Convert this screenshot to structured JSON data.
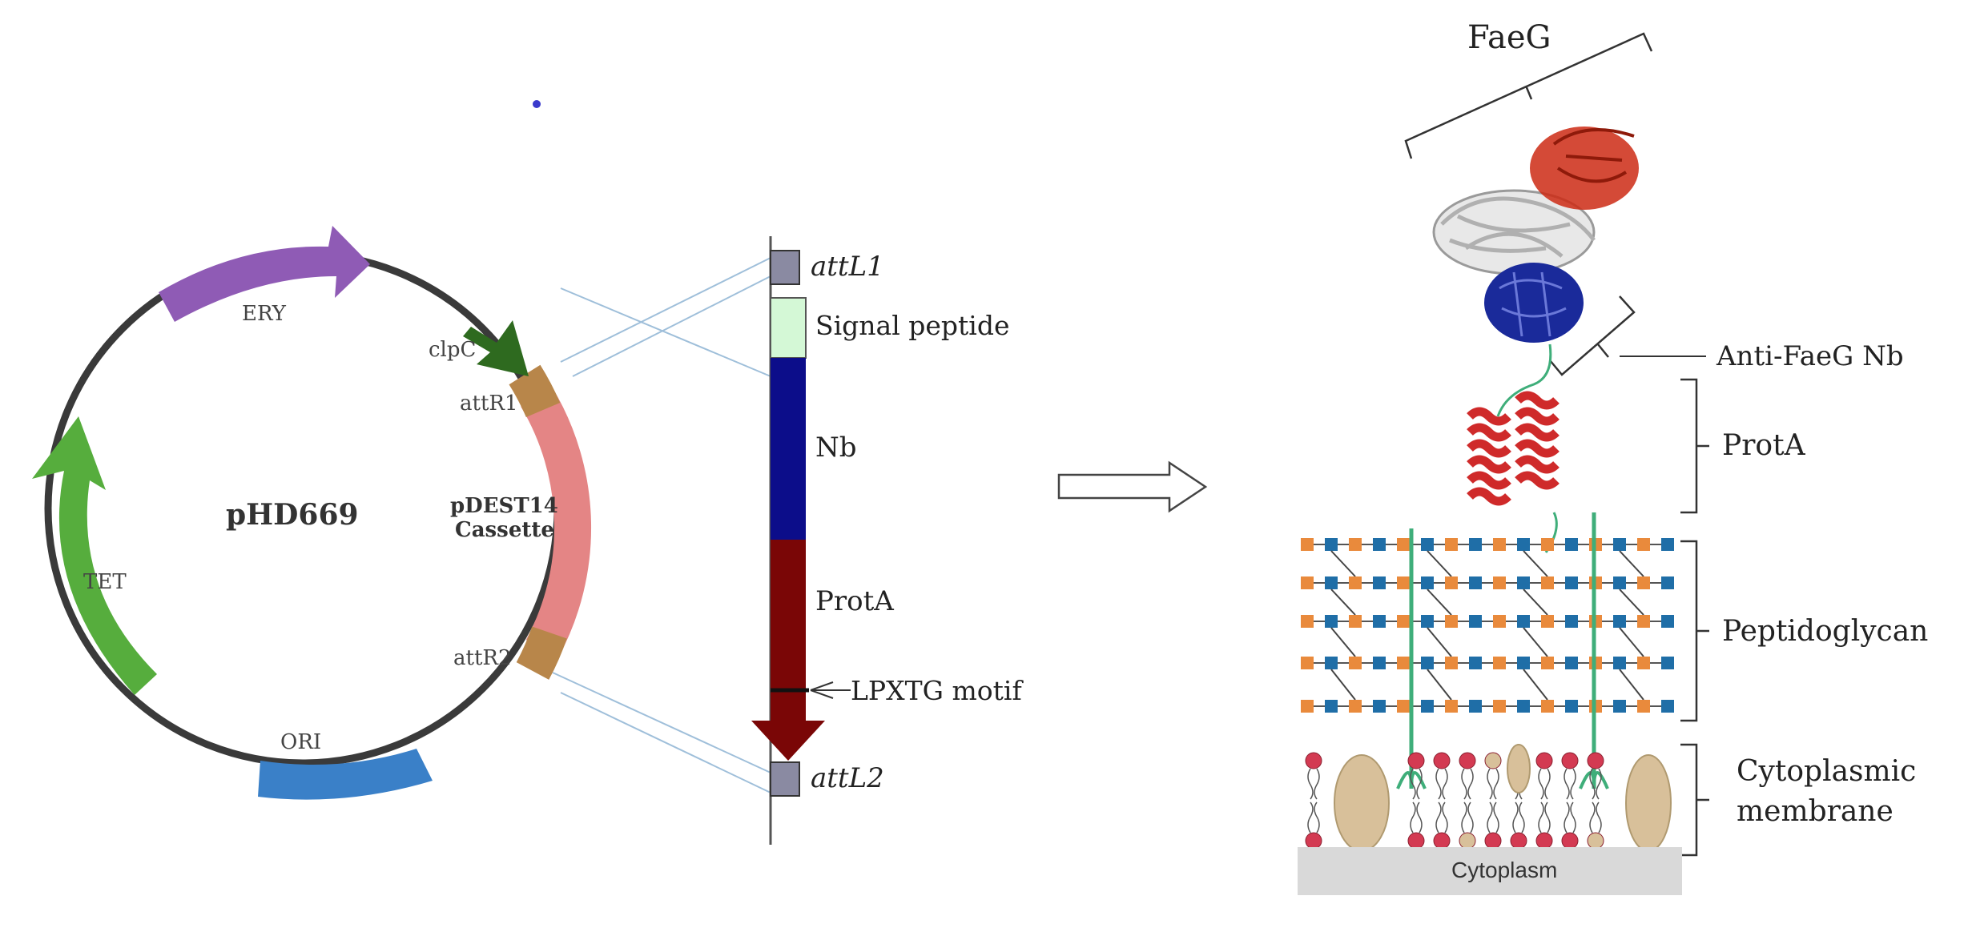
{
  "plasmid": {
    "name": "pHD669",
    "cassette_line1": "pDEST14",
    "cassette_line2": "Cassette",
    "features": {
      "ery": "ERY",
      "clpc": "clpC",
      "attr1": "attR1",
      "attr2": "attR2",
      "tet": "TET",
      "ori": "ORI"
    },
    "colors": {
      "ery": "#8f5bb5",
      "clpc": "#2e6a1f",
      "att": "#b8864a",
      "cassette": "#e48585",
      "tet": "#56ad3d",
      "ori": "#3a80c8",
      "backbone": "#3a3a3a"
    }
  },
  "cassette_map": {
    "attl1": "attL1",
    "signal_peptide": "Signal peptide",
    "nb": "Nb",
    "prota": "ProtA",
    "lpxtg": "LPXTG motif",
    "attl2": "attL2",
    "colors": {
      "att_box": "#8a8aa2",
      "signal": "#d4f8d6",
      "nb": "#0c0d8a",
      "prota": "#7a0606"
    }
  },
  "surface_display": {
    "faeg": "FaeG",
    "anti_faeg_nb": "Anti-FaeG Nb",
    "prota": "ProtA",
    "peptidoglycan": "Peptidoglycan",
    "membrane_line1": "Cytoplasmic",
    "membrane_line2": "membrane",
    "cytoplasm": "Cytoplasm",
    "colors": {
      "faeg_red": "#cc2a14",
      "faeg_grey": "#d6d6d6",
      "nb_blue": "#1a2a9a",
      "prota_red": "#cf2a2a",
      "anchor_green": "#3fae7a",
      "pg_orange": "#e98a3c",
      "pg_blue": "#1f6ea7",
      "lipid_red": "#d33a52",
      "lipid_tan": "#d8c09a",
      "cytoplasm_grey": "#d9d9d9"
    }
  }
}
